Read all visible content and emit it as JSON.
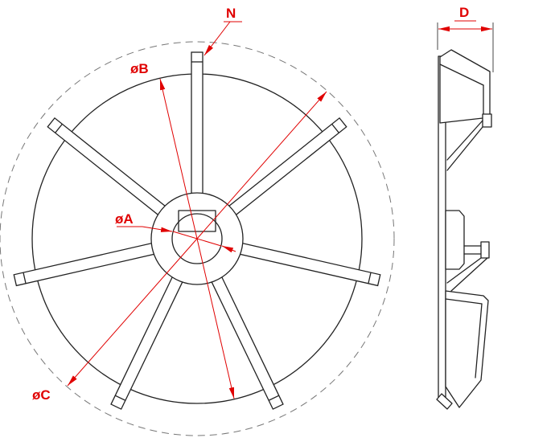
{
  "drawing": {
    "type": "technical-drawing",
    "subject": "radial impeller / fan wheel, front view and side view",
    "blade_count": 7
  },
  "labels": {
    "bore_diameter": "øA",
    "disc_diameter": "øB",
    "overall_diameter": "øC",
    "blade_ref": "N",
    "width": "D"
  },
  "colors": {
    "dimension_red": "#e00000",
    "outline": "#222222",
    "phantom_line": "#777777",
    "background": "#ffffff"
  }
}
